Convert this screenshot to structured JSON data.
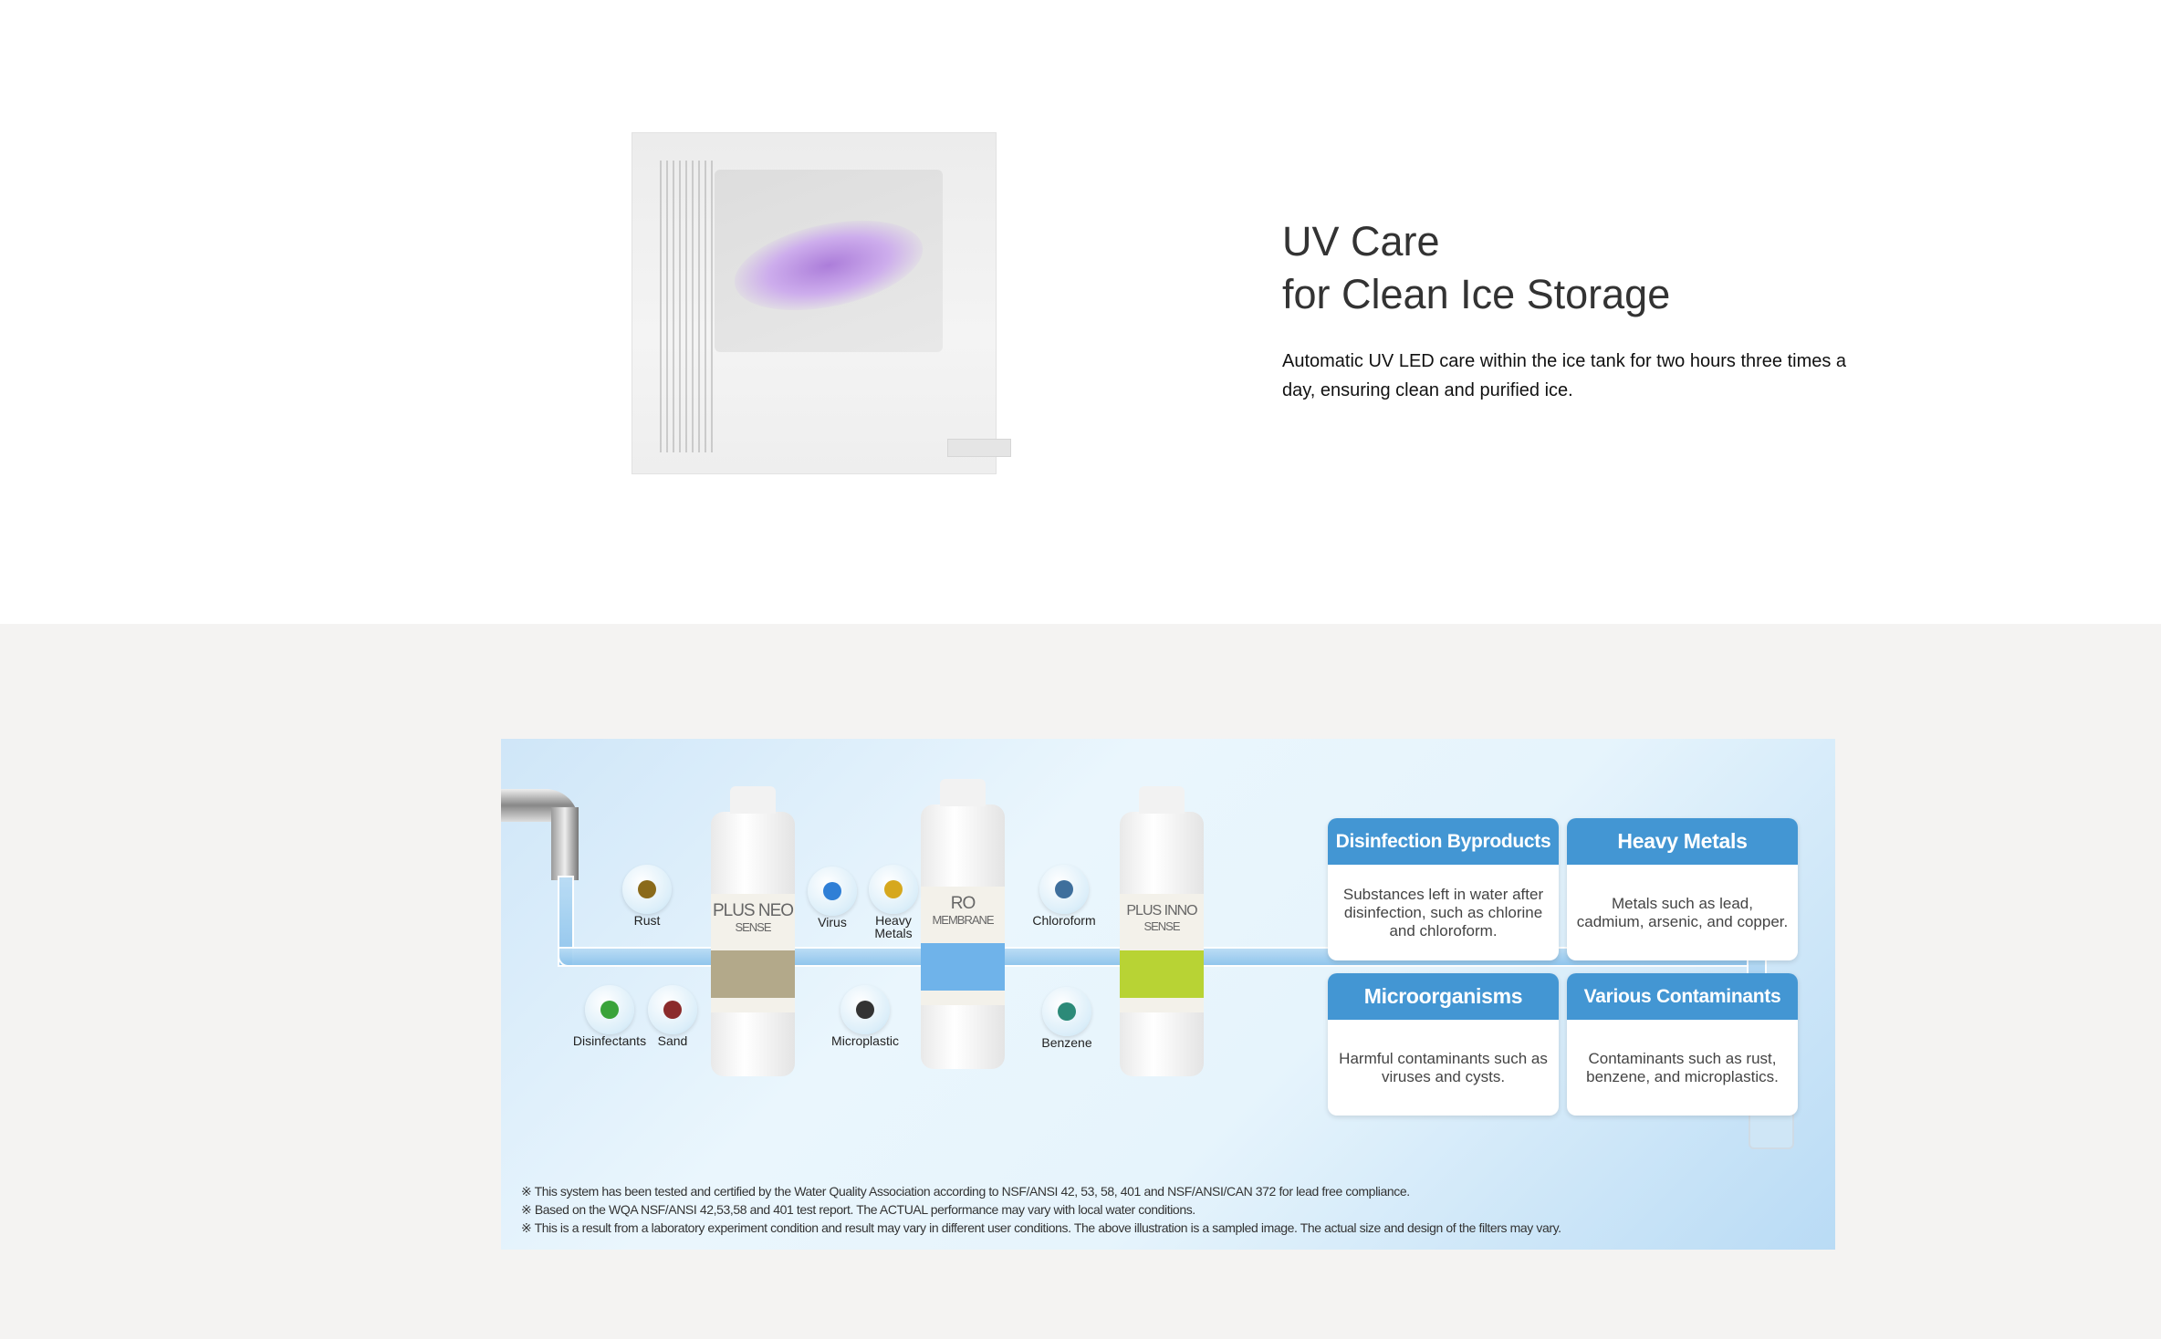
{
  "uv_section": {
    "title_line1": "UV Care",
    "title_line2": "for Clean Ice Storage",
    "description": "Automatic UV LED care within the ice tank for two hours three times a day, ensuring clean and purified ice."
  },
  "filter_diagram": {
    "filters": [
      {
        "name": "PLUS NEO",
        "sub": "SENSE",
        "color": "#b3a98a"
      },
      {
        "name": "RO",
        "sub": "MEMBRANE",
        "color": "#6fb3ea"
      },
      {
        "name": "PLUS INNO",
        "sub": "SENSE",
        "color": "#b8d334"
      }
    ],
    "contaminants": [
      "Rust",
      "Virus",
      "Heavy Metals",
      "Chloroform",
      "Disinfectants",
      "Sand",
      "Microplastic",
      "Benzene"
    ],
    "cards": [
      {
        "title": "Disinfection Byproducts",
        "text": "Substances left in water after disinfection, such as chlorine and chloroform."
      },
      {
        "title": "Heavy Metals",
        "text": "Metals such as lead, cadmium, arsenic, and copper."
      },
      {
        "title": "Microorganisms",
        "text": "Harmful contaminants such as viruses and cysts."
      },
      {
        "title": "Various Contaminants",
        "text": "Contaminants such as rust, benzene, and microplastics."
      }
    ],
    "notes": [
      "※ This system has been tested and certified by the Water Quality Association according to NSF/ANSI 42, 53, 58, 401 and NSF/ANSI/CAN 372 for lead free compliance.",
      "※ Based on the WQA NSF/ANSI 42,53,58 and 401 test report. The ACTUAL performance may vary with local water conditions.",
      "※ This is a result from a laboratory experiment condition and result may vary in different user conditions. The above illustration is a sampled image. The actual size and design of the filters may vary."
    ],
    "accent": "#4396d3"
  }
}
